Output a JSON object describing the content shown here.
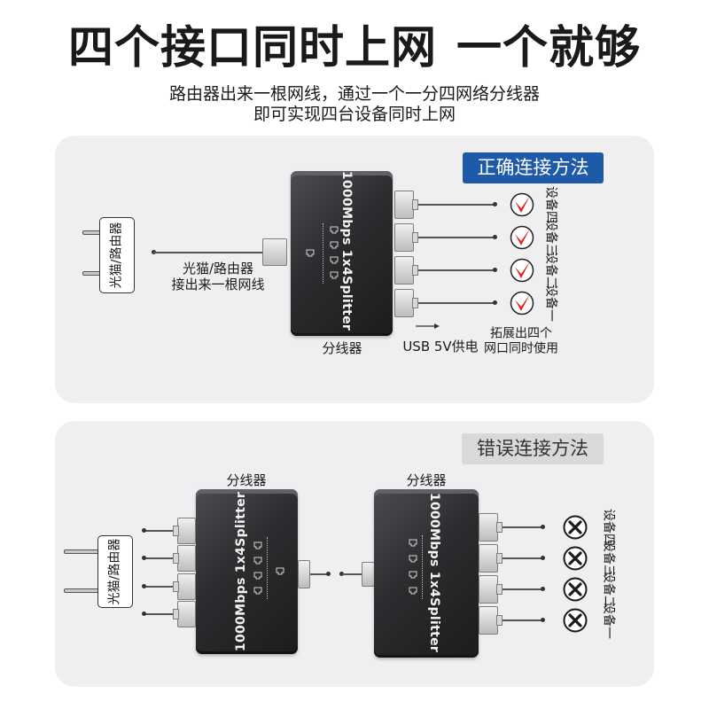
{
  "title": {
    "part1": "四个接口同时上网",
    "part2": "一个就够"
  },
  "subtitle": {
    "line1": "路由器出来一根网线，通过一个一分四网络分线器",
    "line2": "即可实现四台设备同时上网"
  },
  "correct": {
    "label": "正确连接方法",
    "plug_label": "光猫/路由器",
    "cable_note": [
      "光猫/路由器",
      "接出来一根网线"
    ],
    "splitter": {
      "text": "1000Mbps 1x4Splitter",
      "caption": "分线器"
    },
    "power_label": "USB 5V供电",
    "expand_note": [
      "拓展出四个",
      "网口同时使用"
    ],
    "devices": [
      "设备四",
      "设备三",
      "设备二",
      "设备一"
    ],
    "status_icon": "check-icon"
  },
  "wrong": {
    "label": "错误连接方法",
    "plug_label": "光猫/路由器",
    "splitters": [
      {
        "text": "1000Mbps 1x4Splitter",
        "caption": "分线器"
      },
      {
        "text": "1000Mbps 1x4Splitter",
        "caption": "分线器"
      }
    ],
    "devices": [
      "设备四",
      "设备三",
      "设备二",
      "设备一"
    ],
    "status_icon": "cross-icon"
  },
  "icons": {
    "status_ok": "check-icon",
    "status_bad": "cross-icon",
    "port": "ethernet-port-icon",
    "power_arrow": "arrow-right-icon",
    "plug": "power-plug-icon"
  },
  "colors": {
    "correct_label_bg": "#1f5aa8",
    "wrong_label_bg": "#d9d9d9",
    "check": "#e3231f",
    "panel_bg": "#efeff1"
  }
}
